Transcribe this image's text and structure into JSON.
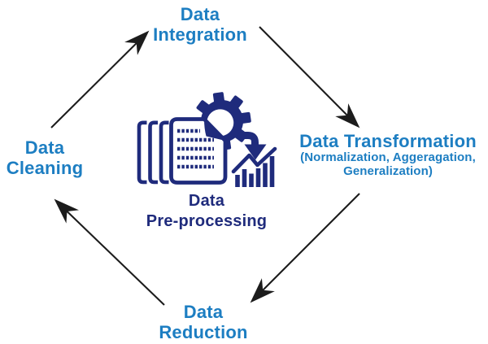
{
  "colors": {
    "label_blue": "#1d7ec2",
    "icon_navy": "#1f2b7c",
    "arrow_black": "#1c1c1c",
    "background": "#ffffff"
  },
  "nodes": {
    "integration": {
      "line1": "Data",
      "line2": "Integration"
    },
    "transformation": {
      "title": "Data Transformation",
      "subtitle_line1": "(Normalization, Aggeragation,",
      "subtitle_line2": "Generalization)"
    },
    "reduction": {
      "line1": "Data",
      "line2": "Reduction"
    },
    "cleaning": {
      "line1": "Data",
      "line2": "Cleaning"
    }
  },
  "center": {
    "label_line1": "Data",
    "label_line2": "Pre-processing",
    "icons": [
      "document-stack-icon",
      "gear-icon",
      "down-arrow-icon",
      "bar-chart-icon"
    ]
  },
  "arrows": [
    {
      "name": "cleaning-to-integration",
      "from": "cleaning",
      "to": "integration"
    },
    {
      "name": "integration-to-transformation",
      "from": "integration",
      "to": "transformation"
    },
    {
      "name": "transformation-to-reduction",
      "from": "transformation",
      "to": "reduction"
    },
    {
      "name": "reduction-to-cleaning",
      "from": "reduction",
      "to": "cleaning"
    }
  ]
}
